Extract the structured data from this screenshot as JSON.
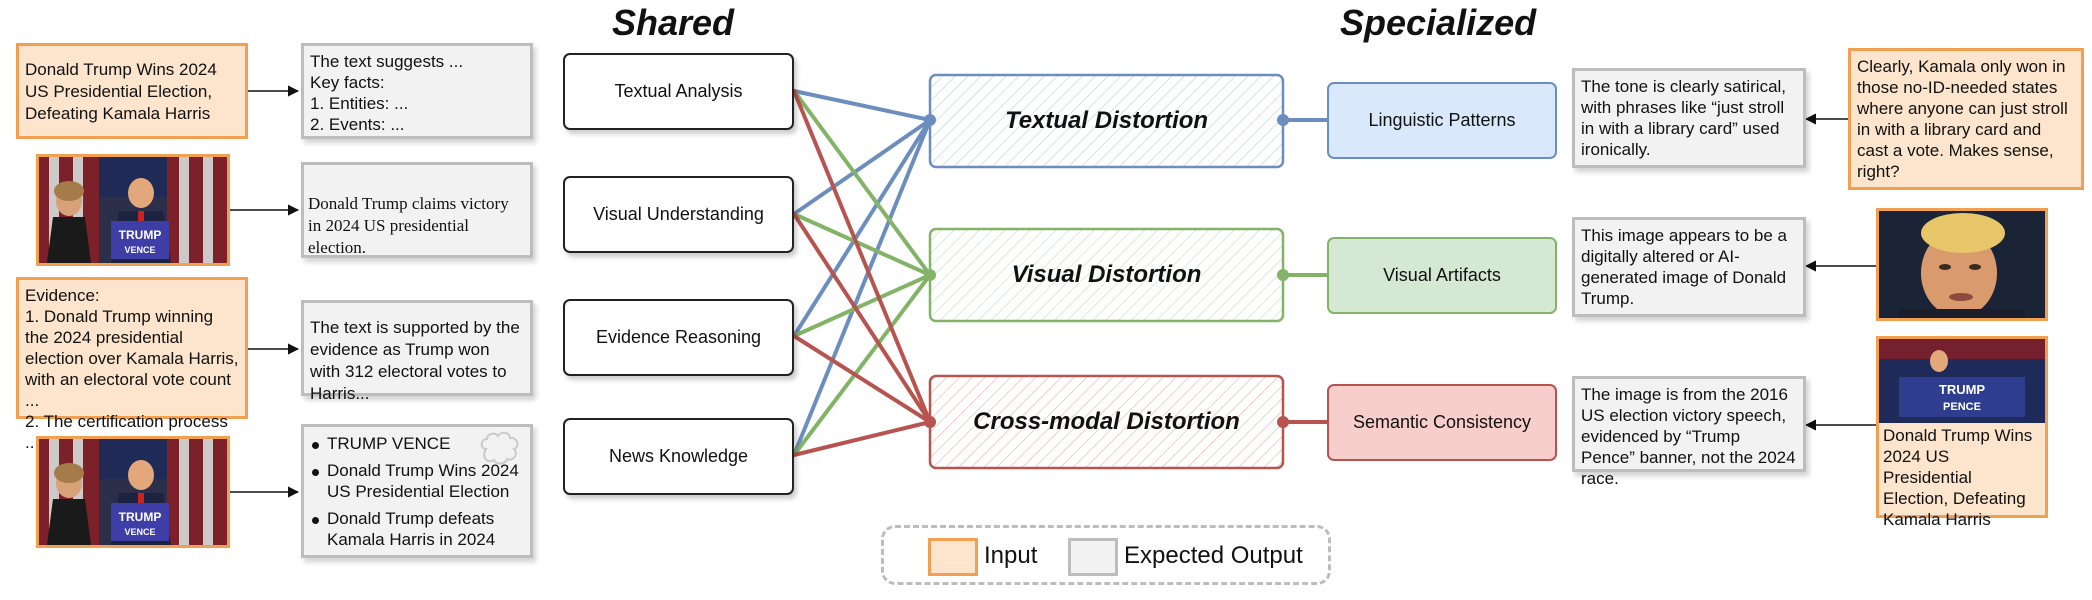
{
  "headers": {
    "shared": "Shared",
    "specialized": "Specialized"
  },
  "left_inputs": {
    "text_claim": "Donald Trump Wins 2024 US Presidential Election, Defeating Kamala Harris",
    "evidence": "Evidence:\n1. Donald Trump winning the 2024 presidential election over Kamala Harris, with an electoral vote count ...\n2. The certification process ..."
  },
  "left_outputs": {
    "textual": "The text suggests ...\nKey facts:\n1. Entities: ...\n2. Events: ...",
    "visual": "Donald Trump claims victory in 2024 US presidential election.",
    "evidence": "The text is supported by the evidence as Trump won with 312 electoral votes to Harris...",
    "knowledge": [
      "TRUMP VENCE",
      "Donald Trump Wins 2024 US Presidential Election",
      "Donald Trump defeats Kamala Harris in 2024"
    ]
  },
  "shared_modules": [
    "Textual Analysis",
    "Visual Understanding",
    "Evidence Reasoning",
    "News Knowledge"
  ],
  "distortions": [
    "Textual Distortion",
    "Visual Distortion",
    "Cross-modal Distortion"
  ],
  "specialized_modules": [
    "Linguistic Patterns",
    "Visual Artifacts",
    "Semantic Consistency"
  ],
  "right_outputs": {
    "linguistic": "The tone is clearly satirical, with phrases like “just stroll in with a library card” used ironically.",
    "visual": "This image appears to be a digitally altered or AI-generated image of Donald Trump.",
    "semantic": "The image is from the 2016 US election victory speech, evidenced by “Trump Pence” banner, not the 2024 race."
  },
  "right_inputs": {
    "satire": "Clearly, Kamala only won in those no-ID-needed states where anyone can just stroll in with a library card and cast a vote. Makes sense, right?",
    "caption": "Donald Trump Wins 2024 US Presidential Election, Defeating Kamala Harris"
  },
  "photo_signs": {
    "trump_vence": [
      "TRUMP",
      "VENCE"
    ],
    "trump_pence": [
      "TRUMP",
      "PENCE"
    ]
  },
  "legend": {
    "input": "Input",
    "output": "Expected Output"
  },
  "colors": {
    "blue": "#6c8ebf",
    "green": "#82b366",
    "red": "#b85450",
    "input_fill": "#fde4cc",
    "input_border": "#f0a050"
  }
}
